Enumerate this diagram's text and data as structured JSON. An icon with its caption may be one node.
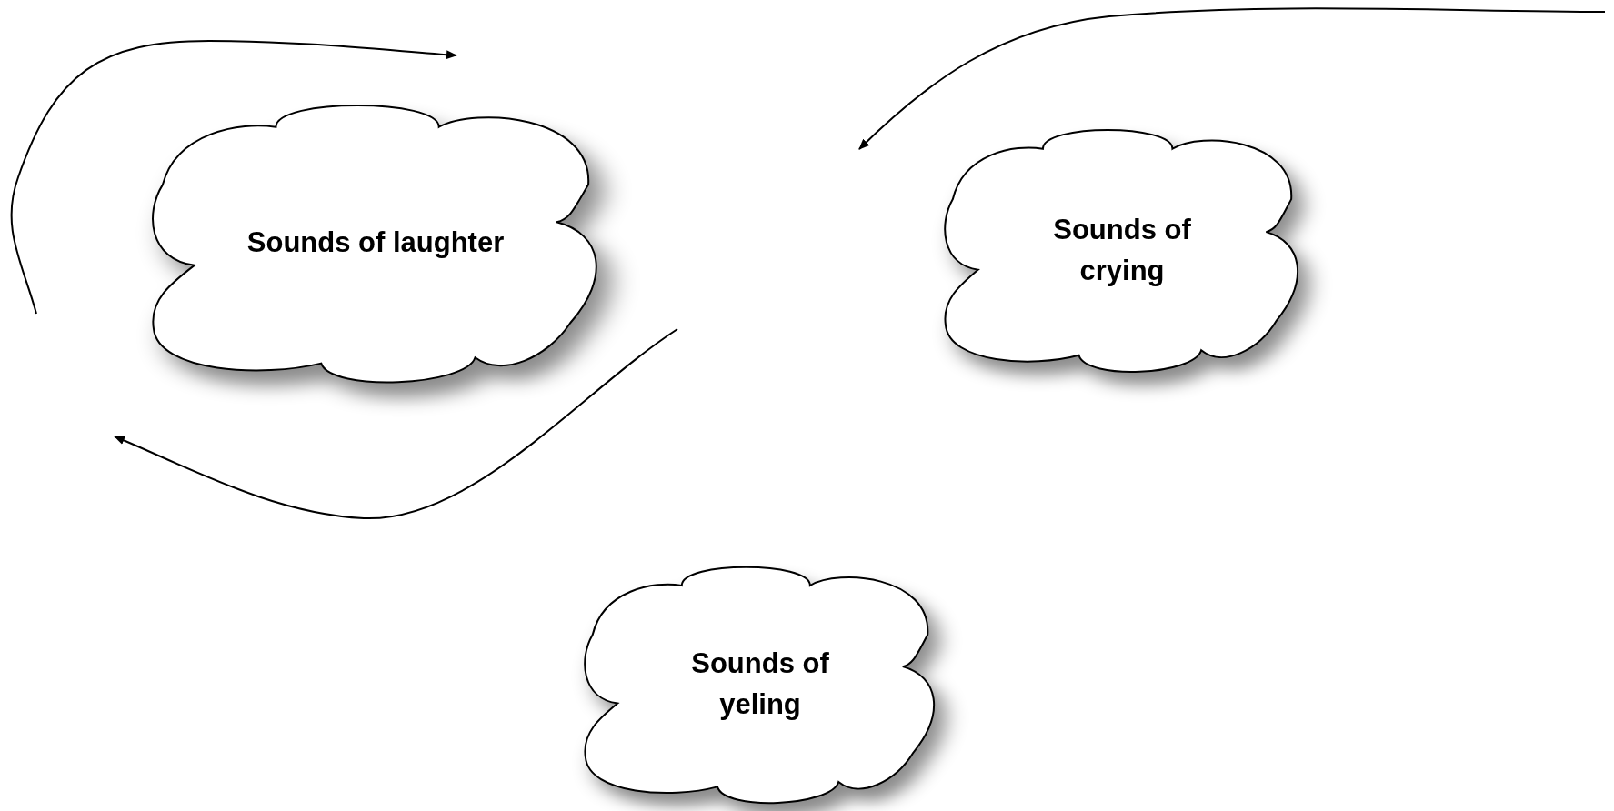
{
  "diagram": {
    "nodes": [
      {
        "text": [
          "Sounds of laughter"
        ]
      },
      {
        "text": [
          "Sounds of crying"
        ]
      },
      {
        "text": [
          "Sounds of yeling"
        ]
      }
    ]
  }
}
